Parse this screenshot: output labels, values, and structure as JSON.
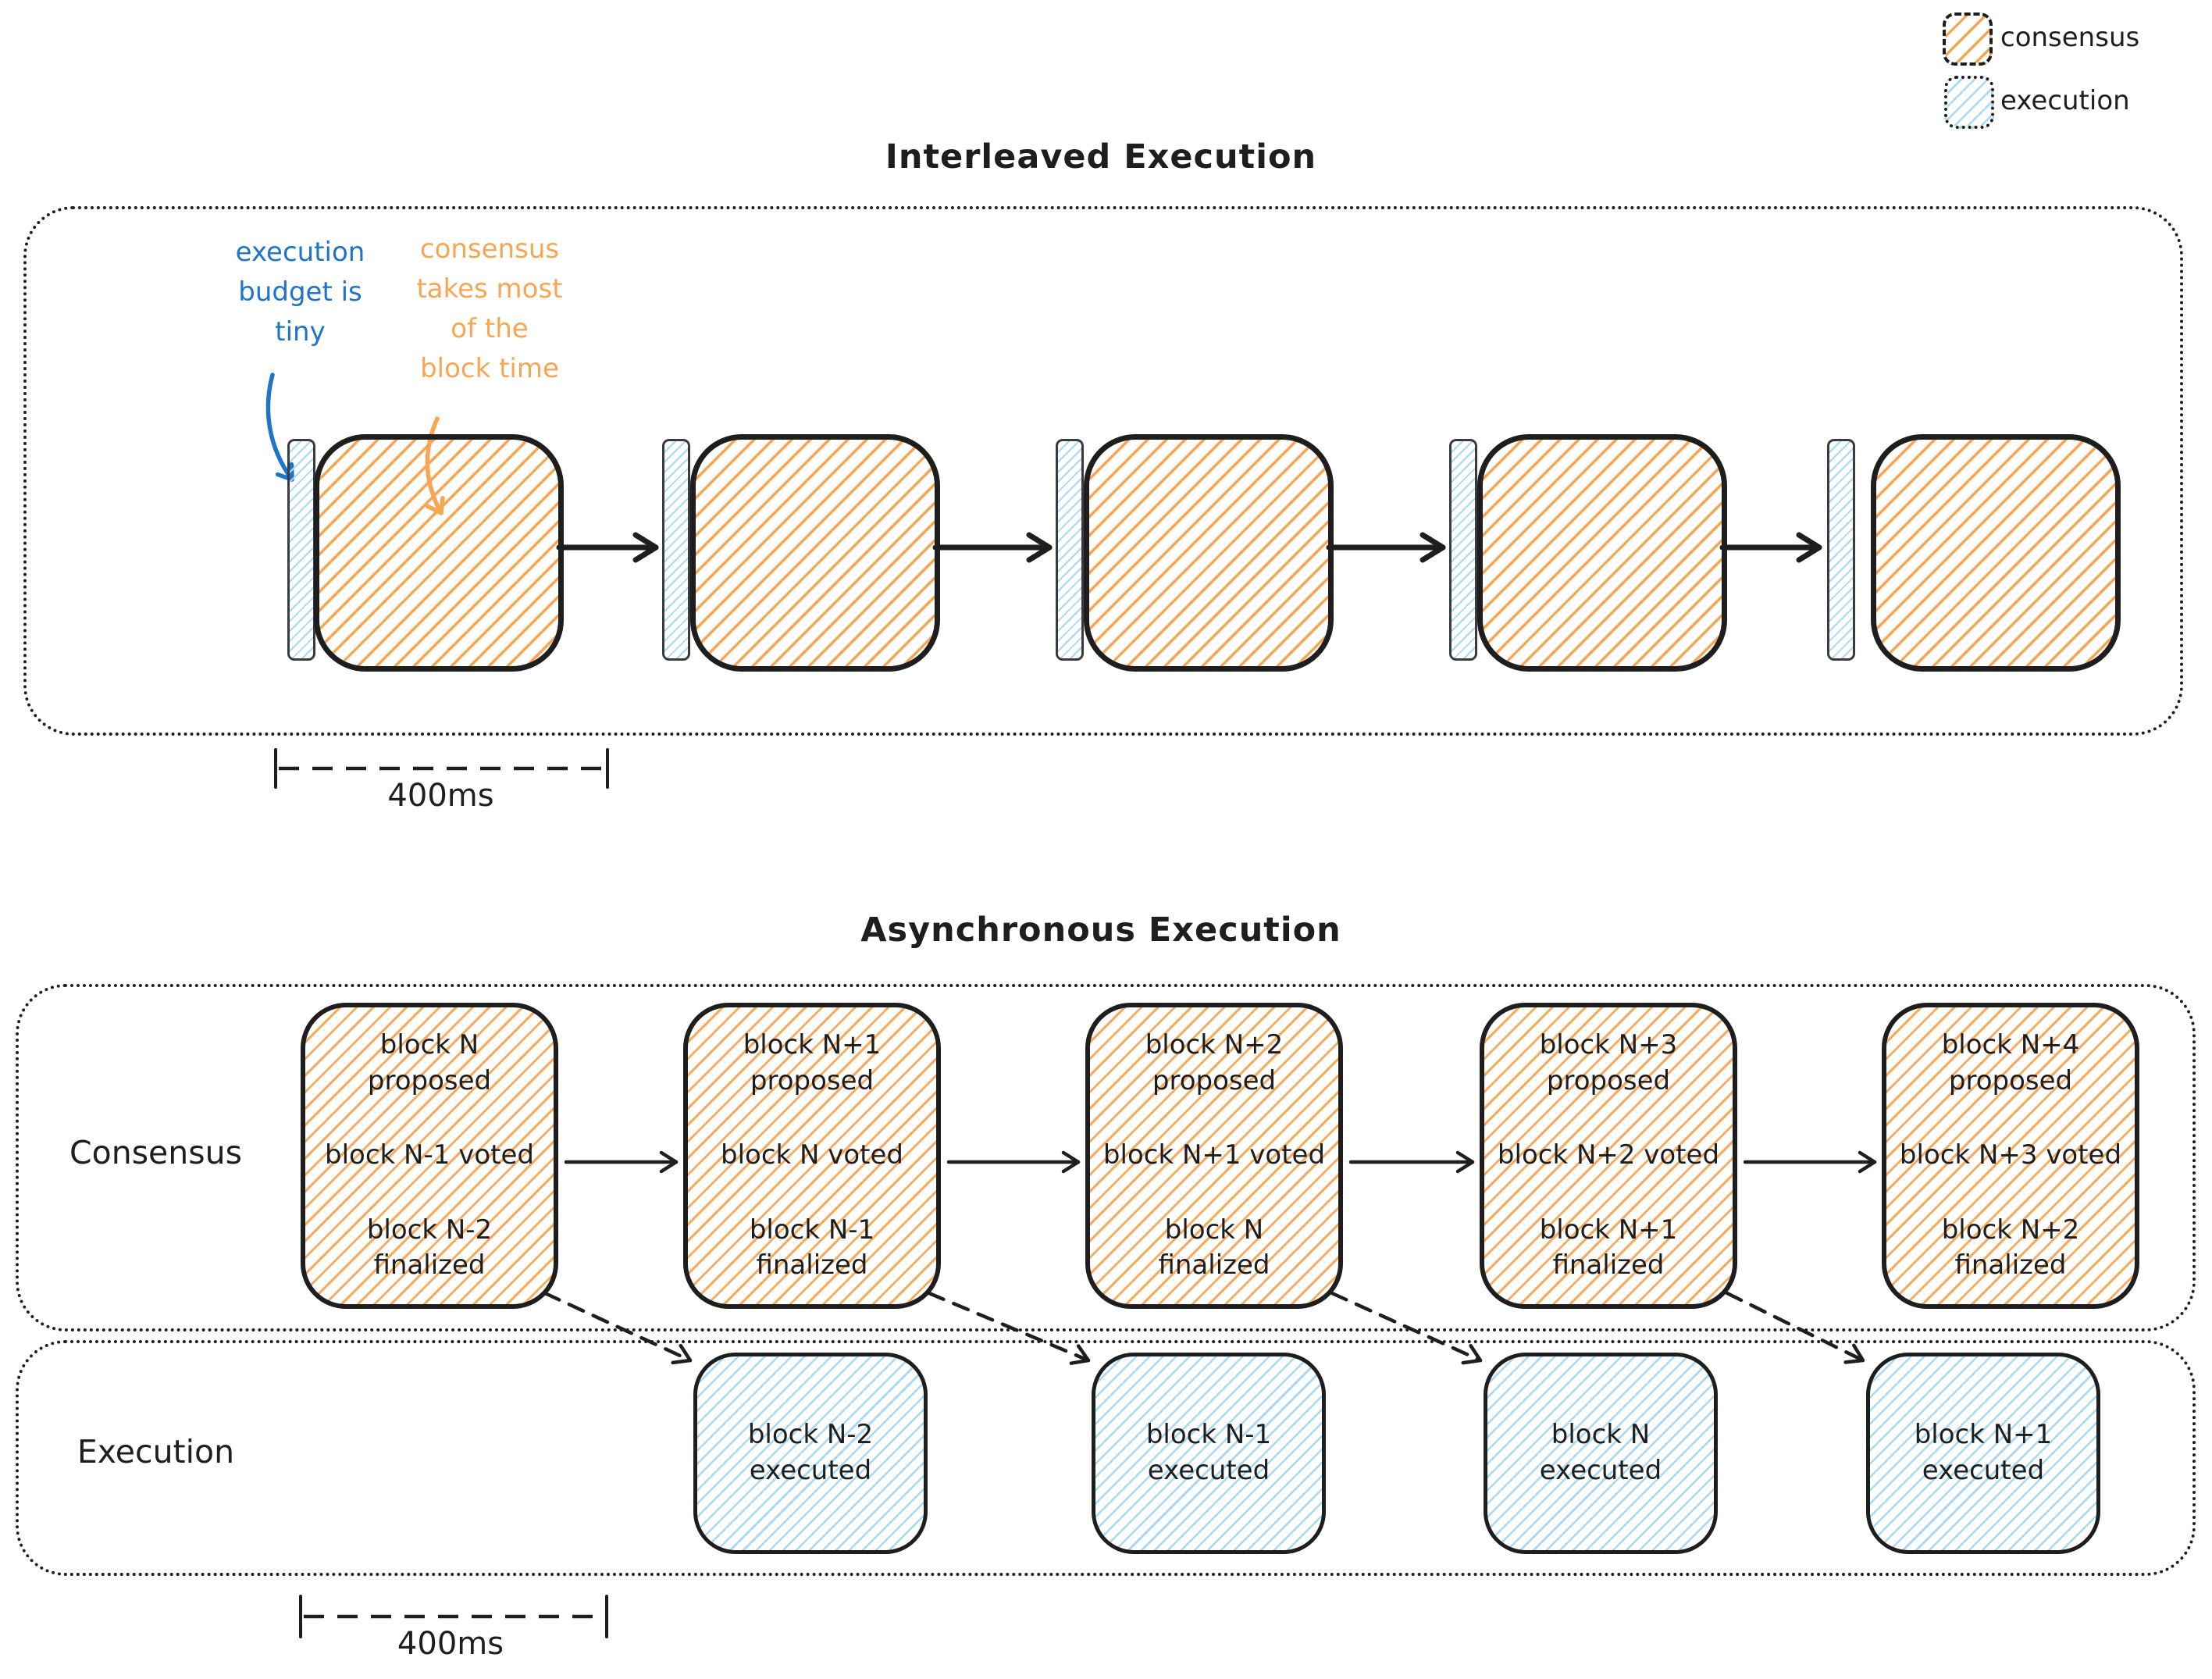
{
  "colors": {
    "stroke": "#1e1e1e",
    "consensus_orange": "#f7a654",
    "execution_blue": "#a6d9f7",
    "annotation_blue": "#1e74c8",
    "annotation_orange": "#f7a654"
  },
  "legend": {
    "items": [
      {
        "label": "consensus",
        "swatch": "orange-hatched-dashed-box"
      },
      {
        "label": "execution",
        "swatch": "blue-hatched-dotted-box"
      }
    ]
  },
  "interleaved": {
    "title": "Interleaved Execution",
    "annotation_execution": "execution\nbudget is\ntiny",
    "annotation_consensus": "consensus\ntakes most\nof the\nblock time",
    "duration_label": "400ms",
    "pair_count": 5
  },
  "asynchronous": {
    "title": "Asynchronous Execution",
    "consensus_row_label": "Consensus",
    "execution_row_label": "Execution",
    "consensus_blocks": [
      {
        "proposed": "block N\nproposed",
        "voted": "block N-1 voted",
        "finalized": "block N-2\nfinalized"
      },
      {
        "proposed": "block N+1\nproposed",
        "voted": "block N voted",
        "finalized": "block N-1\nfinalized"
      },
      {
        "proposed": "block N+2\nproposed",
        "voted": "block N+1 voted",
        "finalized": "block N\nfinalized"
      },
      {
        "proposed": "block N+3\nproposed",
        "voted": "block N+2 voted",
        "finalized": "block N+1\nfinalized"
      },
      {
        "proposed": "block N+4\nproposed",
        "voted": "block N+3 voted",
        "finalized": "block N+2\nfinalized"
      }
    ],
    "execution_blocks": [
      {
        "label": "block N-2\nexecuted"
      },
      {
        "label": "block N-1\nexecuted"
      },
      {
        "label": "block N\nexecuted"
      },
      {
        "label": "block N+1\nexecuted"
      }
    ],
    "duration_label": "400ms"
  }
}
